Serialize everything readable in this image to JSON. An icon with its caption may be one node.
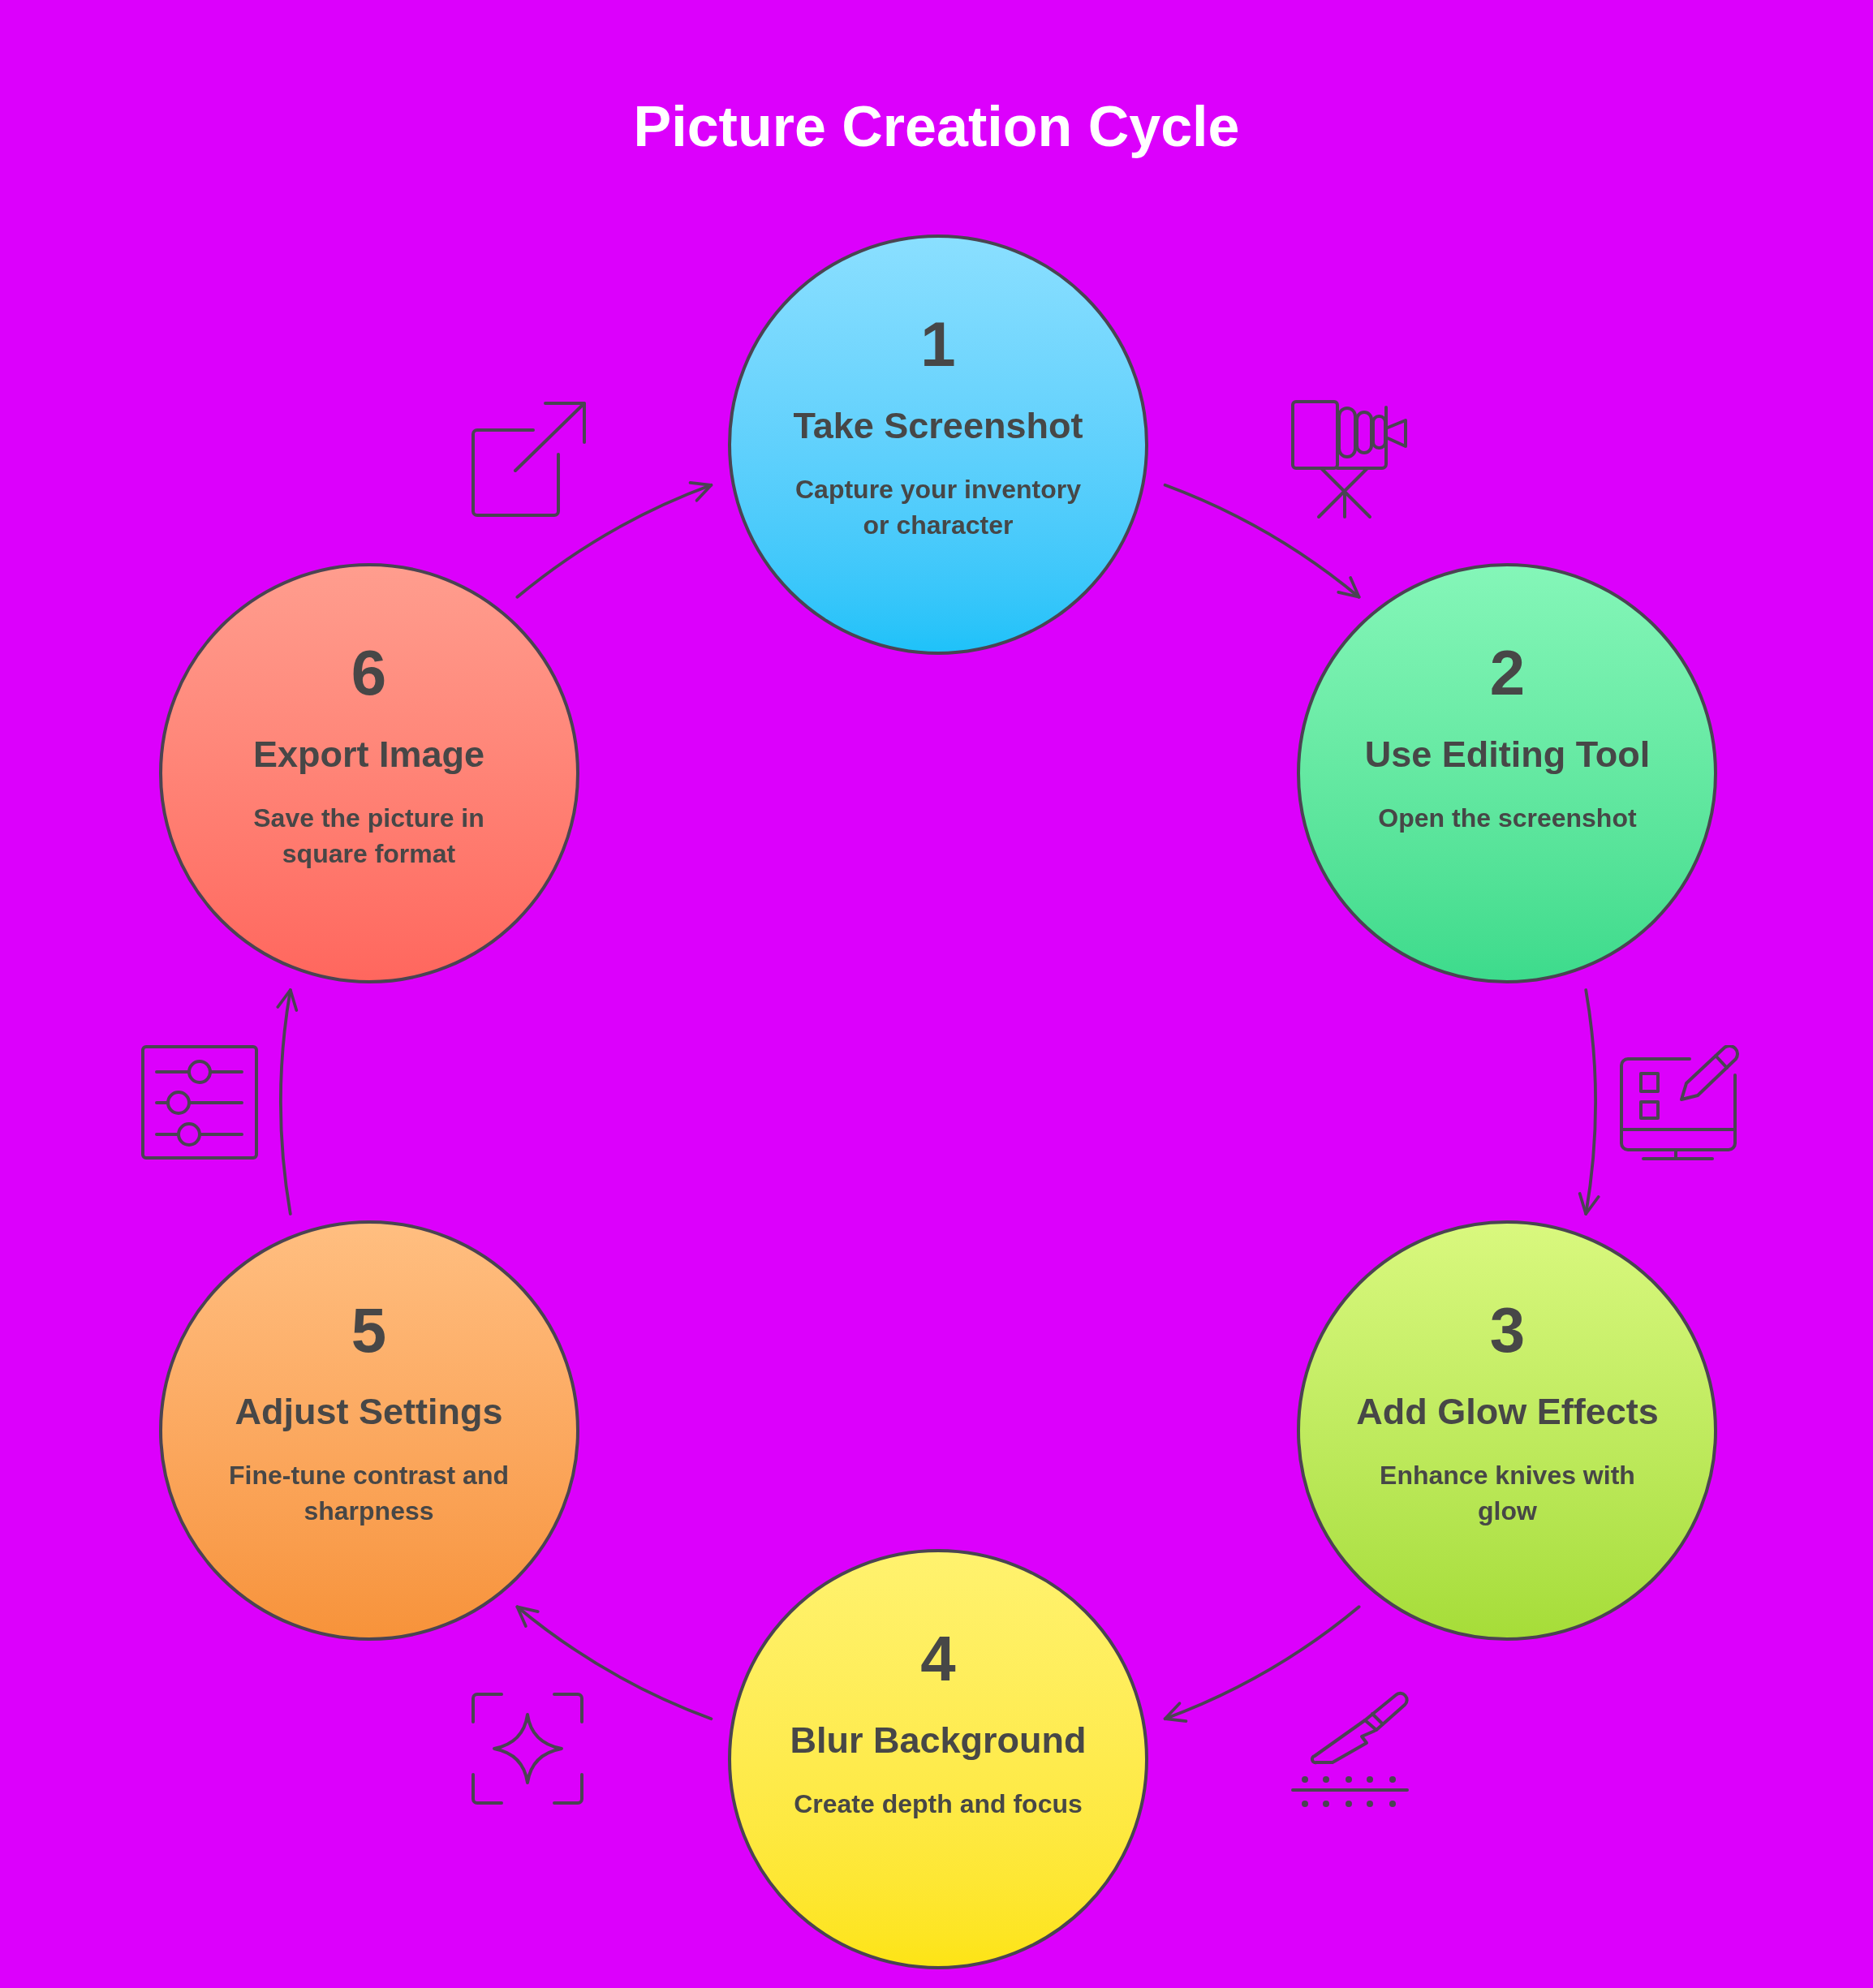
{
  "diagram": {
    "title": "Picture Creation Cycle",
    "nodes": [
      {
        "text": [
          "1",
          "Take Screenshot",
          "Capture your inventory or character"
        ]
      },
      {
        "text": [
          "2",
          "Use Editing Tool",
          "Open the screenshot"
        ]
      },
      {
        "text": [
          "3",
          "Add Glow Effects",
          "Enhance knives with glow"
        ]
      },
      {
        "text": [
          "4",
          "Blur Background",
          "Create depth and focus"
        ]
      },
      {
        "text": [
          "5",
          "Adjust Settings",
          "Fine-tune contrast and sharpness"
        ]
      },
      {
        "text": [
          "6",
          "Export Image",
          "Save the picture in square format"
        ]
      }
    ],
    "edges": [
      {
        "from": 0,
        "to": 1,
        "arrow": "to"
      },
      {
        "from": 1,
        "to": 2,
        "arrow": "to"
      },
      {
        "from": 2,
        "to": 3,
        "arrow": "to"
      },
      {
        "from": 3,
        "to": 4,
        "arrow": "to"
      },
      {
        "from": 4,
        "to": 5,
        "arrow": "to"
      },
      {
        "from": 5,
        "to": 0,
        "arrow": "to"
      }
    ]
  }
}
